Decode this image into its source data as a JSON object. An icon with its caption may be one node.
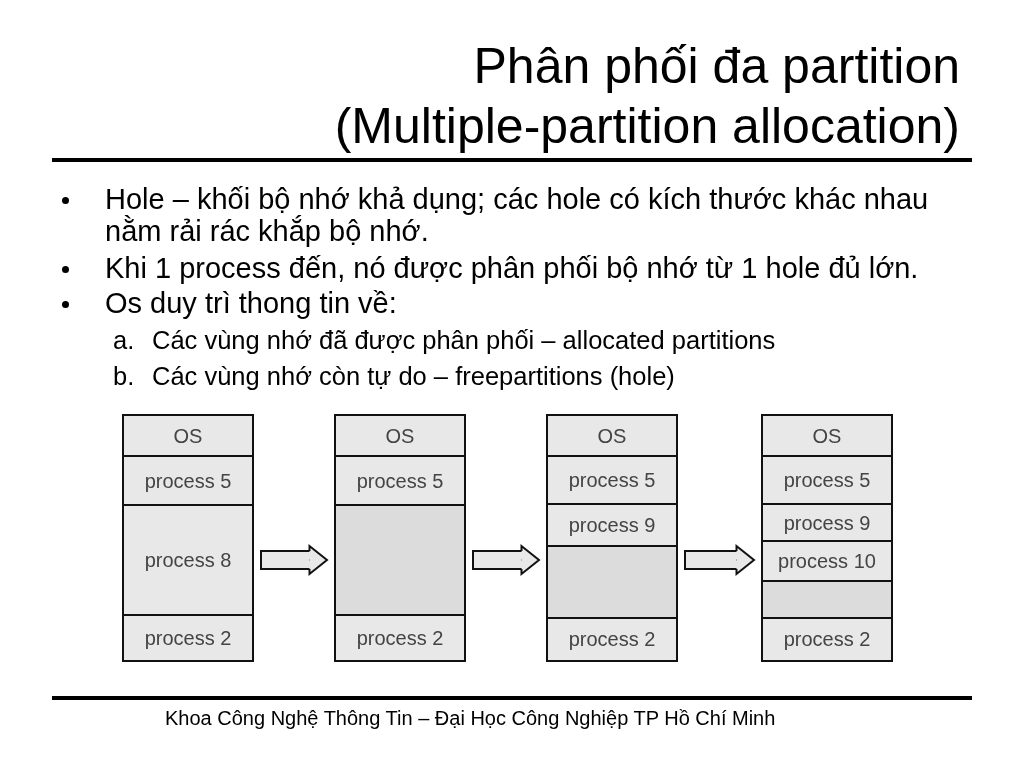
{
  "diagram": {
    "title": "Phân phối đa partition (Multiple-partition allocation)",
    "caption": "Khoa Công Nghệ Thông Tin – Đại Học Công Nghiệp TP Hồ Chí Minh",
    "nodes": [
      {
        "text": [],
        "shape": "box"
      },
      {
        "text": [
          "OS"
        ],
        "in": 0
      },
      {
        "text": [
          "process 5"
        ],
        "in": 0
      },
      {
        "text": [
          "process 8"
        ],
        "in": 0
      },
      {
        "text": [
          "process 2"
        ],
        "in": 0
      },
      {
        "text": [],
        "shape": "box"
      },
      {
        "text": [
          "OS"
        ],
        "in": 5
      },
      {
        "text": [
          "process 5"
        ],
        "in": 5
      },
      {
        "text": [],
        "shape": "box",
        "in": 5
      },
      {
        "text": [
          "process 2"
        ],
        "in": 5
      },
      {
        "text": [],
        "shape": "box"
      },
      {
        "text": [
          "OS"
        ],
        "in": 10
      },
      {
        "text": [
          "process 5"
        ],
        "in": 10
      },
      {
        "text": [
          "process 9"
        ],
        "in": 10
      },
      {
        "text": [],
        "shape": "box",
        "in": 10
      },
      {
        "text": [
          "process 2"
        ],
        "in": 10
      },
      {
        "text": [],
        "shape": "box"
      },
      {
        "text": [
          "OS"
        ],
        "in": 16
      },
      {
        "text": [
          "process 5"
        ],
        "in": 16
      },
      {
        "text": [
          "process 9"
        ],
        "in": 16
      },
      {
        "text": [
          "process 10"
        ],
        "in": 16
      },
      {
        "text": [],
        "shape": "box",
        "in": 16
      },
      {
        "text": [
          "process 2"
        ],
        "in": 16
      }
    ],
    "edges": [
      {
        "from": 0,
        "to": 5,
        "arrow": "to"
      },
      {
        "from": 5,
        "to": 10,
        "arrow": "to"
      },
      {
        "from": 10,
        "to": 16,
        "arrow": "to"
      }
    ],
    "labels": [
      "Hole – khối bộ nhớ khả dụng; các hole có kích thước khác nhau nằm rải rác khắp bộ nhớ.",
      "Khi 1 process đến, nó được phân phối bộ nhớ từ 1 hole đủ lớn.",
      "Os duy trì thong tin về:",
      "a.",
      "Các vùng nhớ đã được phân phối – allocated partitions",
      "b.",
      "Các vùng nhớ còn tự do – freepartitions (hole)"
    ]
  }
}
